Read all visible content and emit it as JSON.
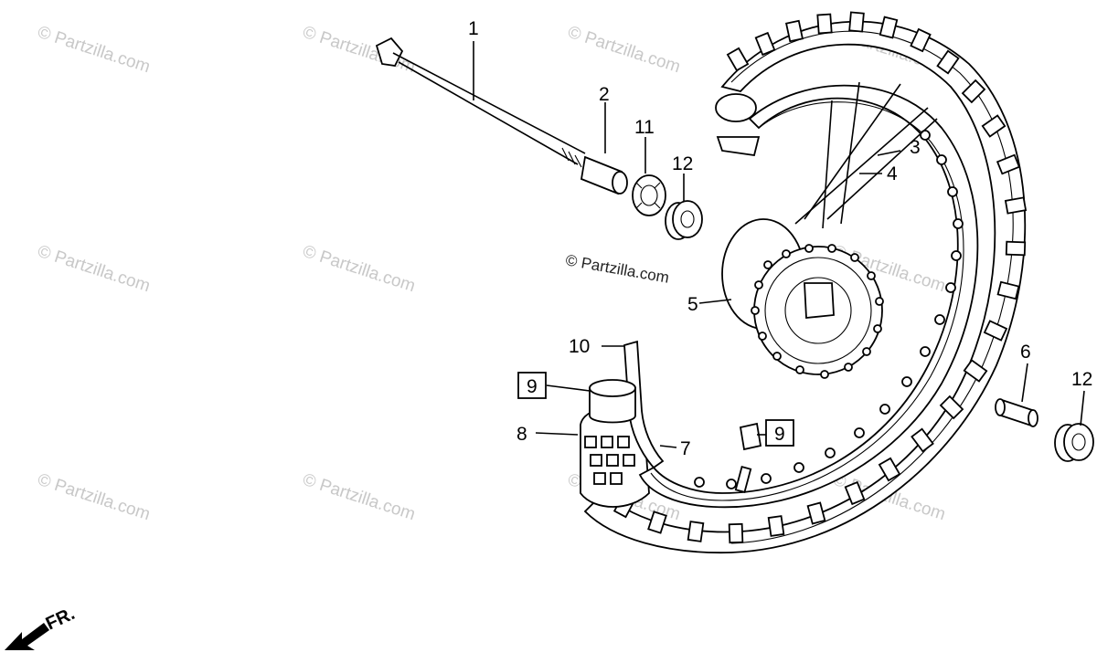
{
  "diagram": {
    "watermark_text": "© Partzilla.com",
    "credit_text": "© Partzilla.com",
    "direction_label": "FR.",
    "callouts": {
      "c1": "1",
      "c2": "2",
      "c3": "3",
      "c4": "4",
      "c5": "5",
      "c6": "6",
      "c7": "7",
      "c8": "8",
      "c9a": "9",
      "c9b": "9",
      "c10": "10",
      "c11": "11",
      "c12a": "12",
      "c12b": "12"
    }
  }
}
